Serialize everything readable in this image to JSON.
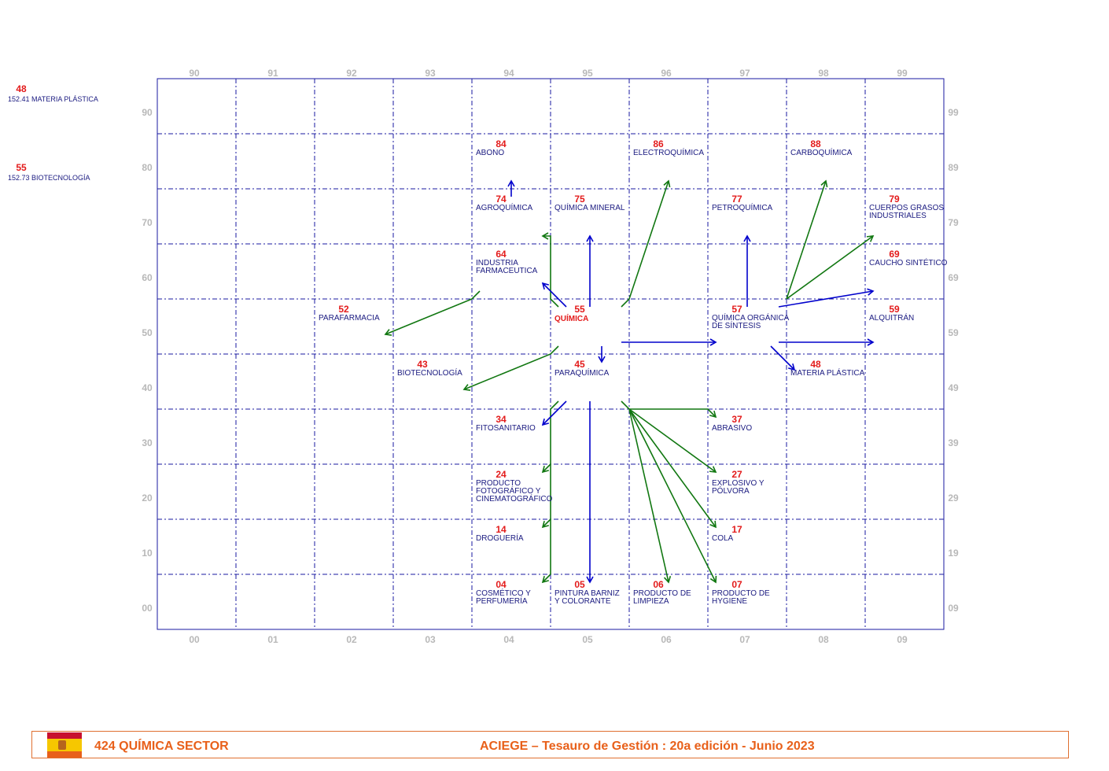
{
  "side_notes": [
    {
      "code": "48",
      "text": "152.41 MATERIA PLÁSTICA"
    },
    {
      "code": "55",
      "text": "152.73 BIOTECNOLOGÍA"
    }
  ],
  "axes": {
    "top": [
      "90",
      "91",
      "92",
      "93",
      "94",
      "95",
      "96",
      "97",
      "98",
      "99"
    ],
    "bottom": [
      "00",
      "01",
      "02",
      "03",
      "04",
      "05",
      "06",
      "07",
      "08",
      "09"
    ],
    "left": [
      "90",
      "80",
      "70",
      "60",
      "50",
      "40",
      "30",
      "20",
      "10",
      "00"
    ],
    "right": [
      "99",
      "89",
      "79",
      "69",
      "59",
      "49",
      "39",
      "29",
      "19",
      "09"
    ]
  },
  "nodes": [
    {
      "code": "84",
      "label": "ABONO"
    },
    {
      "code": "86",
      "label": "ELECTROQUÍMICA"
    },
    {
      "code": "88",
      "label": "CARBOQUÍMICA"
    },
    {
      "code": "74",
      "label": "AGROQUÍMICA"
    },
    {
      "code": "75",
      "label": "QUÍMICA MINERAL"
    },
    {
      "code": "77",
      "label": "PETROQUÍMICA"
    },
    {
      "code": "79",
      "label": "CUERPOS GRASOS\nINDUSTRIALES"
    },
    {
      "code": "64",
      "label": "INDUSTRIA\nFARMACEUTICA"
    },
    {
      "code": "69",
      "label": "CAUCHO SINTÉTICO"
    },
    {
      "code": "52",
      "label": "PARAFARMACIA"
    },
    {
      "code": "55",
      "label": "QUÍMICA",
      "main": true
    },
    {
      "code": "57",
      "label": "QUÍMICA ORGÁNICA\nDE SÍNTESIS"
    },
    {
      "code": "59",
      "label": "ALQUITRÁN"
    },
    {
      "code": "43",
      "label": "BIOTECNOLOGÍA"
    },
    {
      "code": "45",
      "label": "PARAQUÍMICA"
    },
    {
      "code": "48",
      "label": "MATERIA PLÁSTICA"
    },
    {
      "code": "34",
      "label": "FITOSANITARIO"
    },
    {
      "code": "37",
      "label": "ABRASIVO"
    },
    {
      "code": "24",
      "label": "PRODUCTO\nFOTOGRÁFICO Y\nCINEMATOGRÁFICO"
    },
    {
      "code": "27",
      "label": "EXPLOSIVO Y\nPÓLVORA"
    },
    {
      "code": "14",
      "label": "DROGUERÍA"
    },
    {
      "code": "17",
      "label": "COLA"
    },
    {
      "code": "04",
      "label": "COSMÉTICO Y\nPERFUMERÍA"
    },
    {
      "code": "05",
      "label": "PINTURA BARNIZ\nY COLORANTE"
    },
    {
      "code": "06",
      "label": "PRODUCTO DE\nLIMPIEZA"
    },
    {
      "code": "07",
      "label": "PRODUCTO DE\nHYGIENE"
    }
  ],
  "colors": {
    "hierarchy": "#0000cc",
    "related": "#117711",
    "grid": "#1a1aa0",
    "accent": "#e8601a"
  },
  "footer": {
    "sector": "424  QUÍMICA SECTOR",
    "publisher": "ACIEGE  –  Tesauro de Gestión  :   20a edición   -  Junio 2023"
  }
}
